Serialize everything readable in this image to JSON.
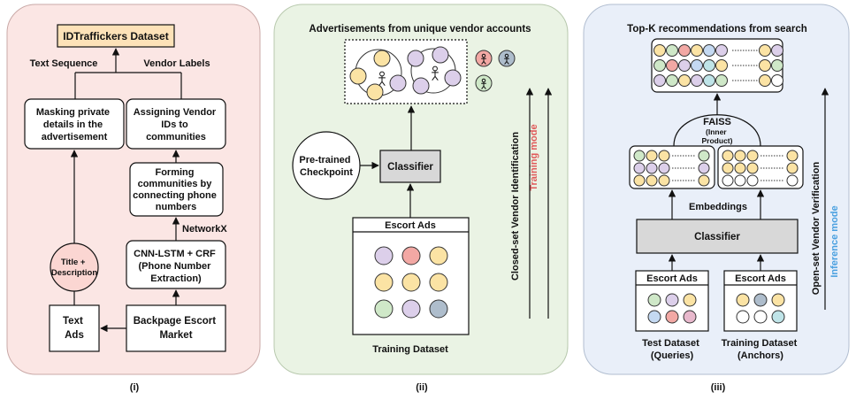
{
  "panel1": {
    "dataset": "IDTraffickers Dataset",
    "text_sequence": "Text Sequence",
    "vendor_labels": "Vendor Labels",
    "masking": [
      "Masking private",
      "details in the",
      "advertisement"
    ],
    "assigning": [
      "Assigning Vendor",
      "IDs to",
      "communities"
    ],
    "forming": [
      "Forming",
      "communities by",
      "connecting phone",
      "numbers"
    ],
    "networkx": "NetworkX",
    "cnn": [
      "CNN-LSTM + CRF",
      "(Phone Number",
      "Extraction)"
    ],
    "title_desc": [
      "Title +",
      "Description"
    ],
    "text_ads": [
      "Text",
      "Ads"
    ],
    "backpage": [
      "Backpage Escort",
      "Market"
    ],
    "caption": "(i)"
  },
  "panel2": {
    "title": "Advertisements from unique vendor accounts",
    "pretrained": [
      "Pre-trained",
      "Checkpoint"
    ],
    "classifier": "Classifier",
    "escort_ads": "Escort Ads",
    "training_dataset": "Training Dataset",
    "side_label": "Closed-set Vendor Identification",
    "mode_label": "Training mode",
    "caption": "(ii)"
  },
  "panel3": {
    "title": "Top-K recommendations from search",
    "faiss": "FAISS",
    "faiss_sub": [
      "(Inner",
      "Product)"
    ],
    "embeddings": "Embeddings",
    "classifier": "Classifier",
    "escort_ads_left": "Escort Ads",
    "escort_ads_right": "Escort Ads",
    "test_dataset": [
      "Test Dataset",
      "(Queries)"
    ],
    "training_dataset": [
      "Training Dataset",
      "(Anchors)"
    ],
    "side_label": "Open-set Vendor Verification",
    "mode_label": "Inference mode",
    "caption": "(iii)"
  },
  "colors": {
    "panel1_bg": "#fbe6e4",
    "panel2_bg": "#eaf3e4",
    "panel3_bg": "#e9eff9",
    "dataset_box": "#fde2b8",
    "classifier_box": "#d8d8d8",
    "training_mode": "#e05a5a",
    "inference_mode": "#4aa0e0",
    "orange": "#fbe3a4",
    "purple": "#dccfea",
    "red": "#f2a8a4",
    "green": "#cfe8c8",
    "blue": "#c4d9f2",
    "teal": "#bfe4e8",
    "pink": "#e8b8cc",
    "steel": "#aebdcc"
  }
}
